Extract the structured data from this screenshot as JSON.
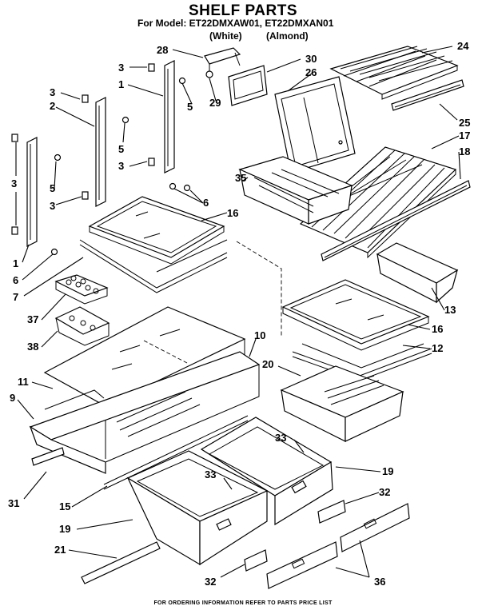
{
  "header": {
    "title": "SHELF PARTS",
    "model": "For Model: ET22DMXAW01, ET22DMXAN01",
    "white": "(White)",
    "almond": "(Almond)"
  },
  "footer": {
    "note": "FOR ORDERING INFORMATION REFER TO PARTS PRICE LIST"
  },
  "callouts": [
    "28",
    "30",
    "24",
    "3",
    "26",
    "1",
    "29",
    "5",
    "3",
    "2",
    "25",
    "17",
    "5",
    "18",
    "3",
    "3",
    "35",
    "6",
    "5",
    "3",
    "16",
    "1",
    "6",
    "7",
    "37",
    "13",
    "16",
    "12",
    "38",
    "10",
    "20",
    "11",
    "9",
    "33",
    "19",
    "31",
    "15",
    "33",
    "32",
    "19",
    "21",
    "32",
    "36"
  ]
}
